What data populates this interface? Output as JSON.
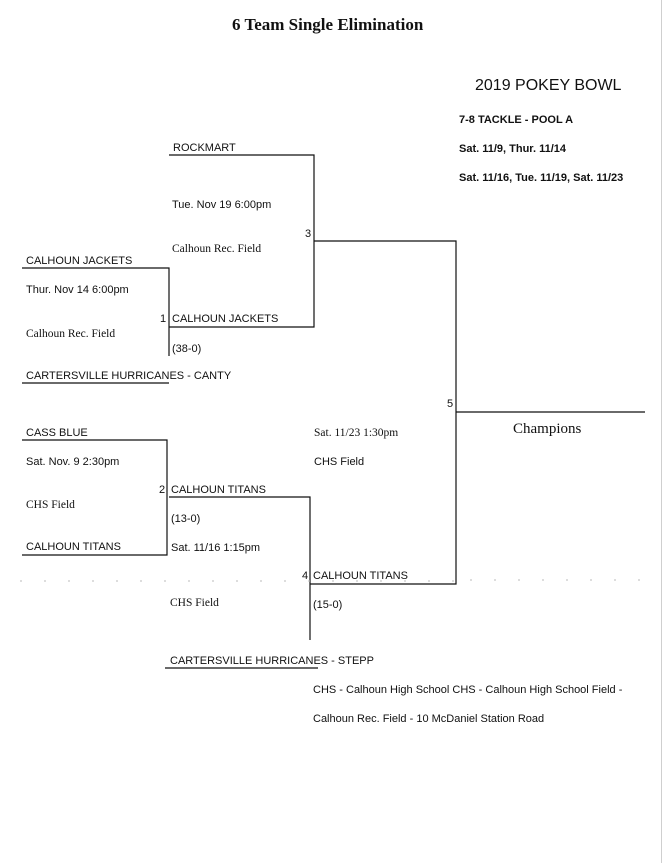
{
  "title": "6 Team Single Elimination",
  "event": {
    "name": "2019 POKEY BOWL",
    "division": "7-8 TACKLE - POOL A",
    "dates_1": "Sat. 11/9, Thur. 11/14",
    "dates_2": "Sat. 11/16, Tue. 11/19, Sat. 11/23"
  },
  "game1": {
    "number": "1",
    "team_top": "CALHOUN JACKETS",
    "datetime": "Thur. Nov 14  6:00pm",
    "location": "Calhoun Rec. Field",
    "team_bottom": "CARTERSVILLE HURRICANES",
    "bottom_suffix": " - CANTY",
    "winner": "CALHOUN JACKETS",
    "score": "(38-0)"
  },
  "game2": {
    "number": "2",
    "team_top": "CASS BLUE",
    "datetime": "Sat. Nov. 9 2:30pm",
    "location": "CHS Field",
    "team_bottom": "CALHOUN TITANS",
    "winner": "CALHOUN TITANS",
    "score": "(13-0)"
  },
  "game3": {
    "number": "3",
    "team_top": "ROCKMART",
    "datetime": "Tue. Nov 19 6:00pm",
    "location": "Calhoun Rec. Field"
  },
  "game4": {
    "number": "4",
    "datetime": "Sat. 11/16 1:15pm",
    "location": "CHS Field",
    "team_bottom": "CARTERSVILLE HURRICANES",
    "bottom_suffix": " - STEPP",
    "winner": "CALHOUN TITANS",
    "score": "(15-0)"
  },
  "game5": {
    "number": "5",
    "datetime": "Sat. 11/23 1:30pm",
    "location": "CHS Field",
    "champions_label": "Champions"
  },
  "legend": {
    "line1": "CHS - Calhoun High School CHS - Calhoun High School Field -",
    "line2": "Calhoun Rec. Field - 10 McDaniel Station Road"
  }
}
